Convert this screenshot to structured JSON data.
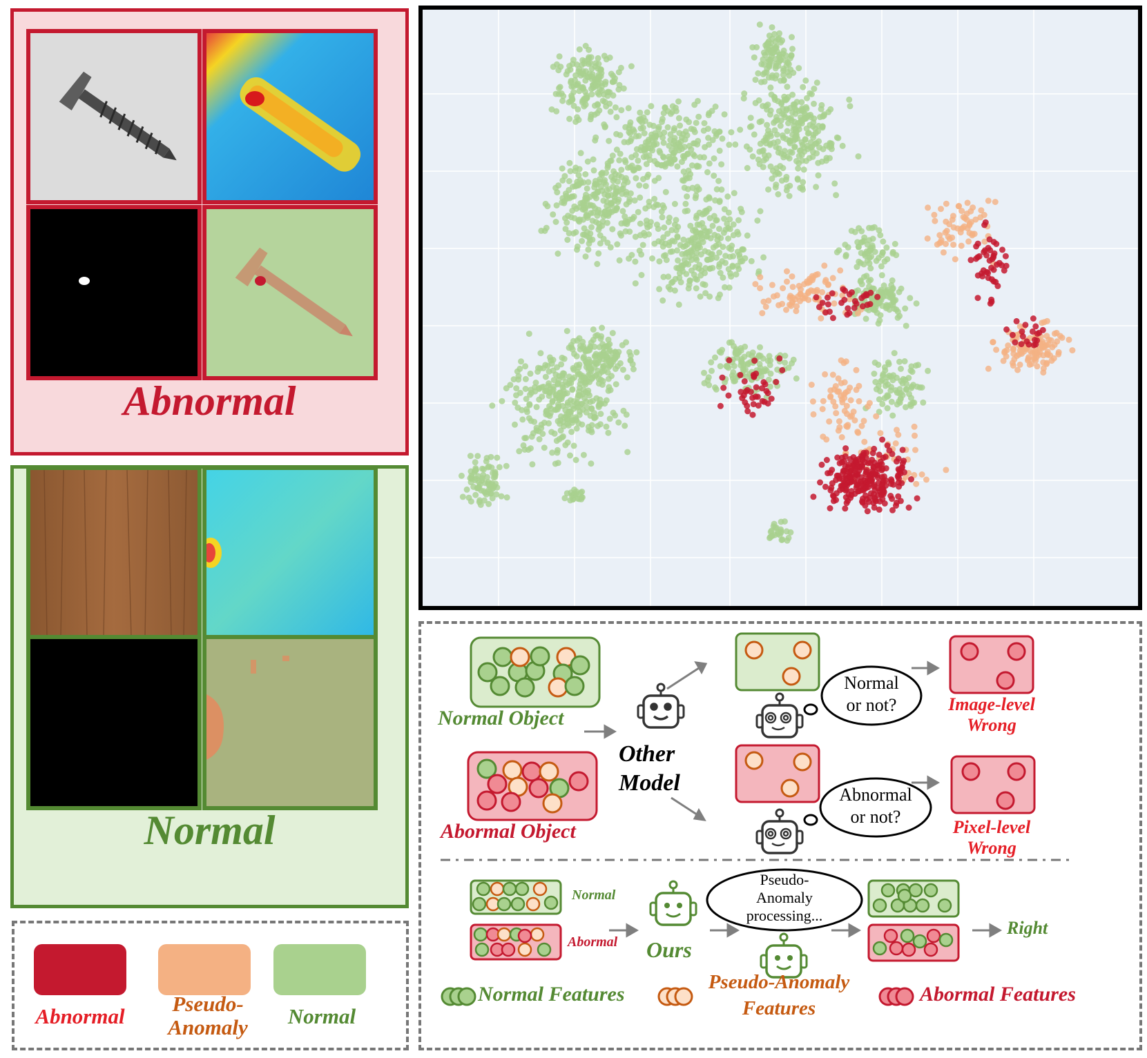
{
  "panels": {
    "abnormal_label": "Abnormal",
    "normal_label": "Normal"
  },
  "legend": {
    "items": [
      {
        "label": "Abnormal",
        "color": "#c4192f"
      },
      {
        "label": "Pseudo-\nAnomaly",
        "color": "#f4b183"
      },
      {
        "label": "Normal",
        "color": "#a9d18e"
      }
    ]
  },
  "flow": {
    "normal_object": "Normal Object",
    "abnormal_object": "Abormal Object",
    "other_model": "Other\nModel",
    "bubble_normal": "Normal\nor not?",
    "bubble_abnormal": "Abnormal\nor not?",
    "image_level": "Image-level\nWrong",
    "pixel_level": "Pixel-level\nWrong",
    "small_normal": "Normal",
    "small_abnormal": "Abormal",
    "ours": "Ours",
    "processing": "Pseudo-\nAnomaly\nprocessing...",
    "right": "Right",
    "normal_features": "Normal Features",
    "pseudo_features": "Pseudo-Anomaly\nFeatures",
    "abnormal_features": "Abormal Features"
  },
  "colors": {
    "abnormal": "#c4192f",
    "pseudo": "#f4b183",
    "normal": "#a9d18e",
    "normal_dark": "#548a33",
    "pseudo_dark": "#c55a11"
  }
}
